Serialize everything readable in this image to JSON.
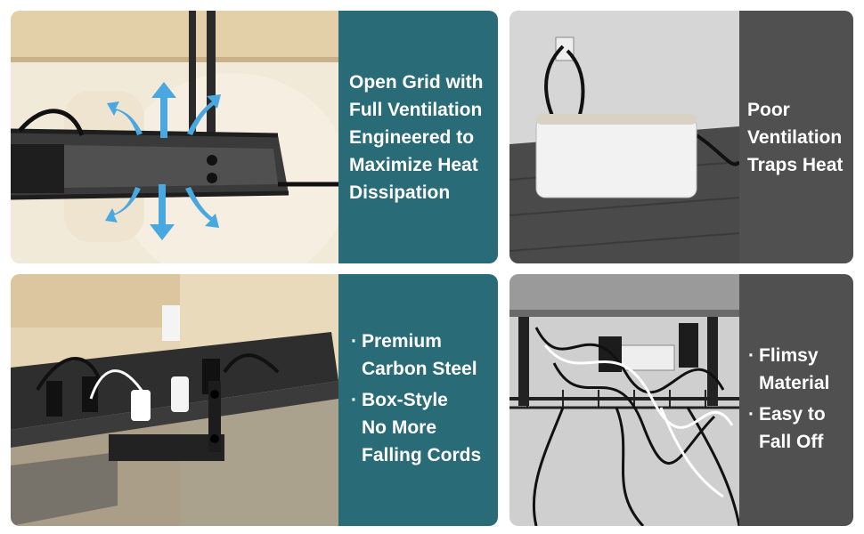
{
  "panels": {
    "top_left": {
      "lines": [
        "Open Grid with",
        "Full Ventilation",
        "Engineered to",
        "Maximize Heat",
        "Dissipation"
      ],
      "bg": "#2a6b78"
    },
    "top_right": {
      "lines": [
        "Poor",
        "Ventilation",
        "Traps Heat"
      ],
      "bg": "#505050"
    },
    "bottom_left": {
      "bullet_glyph": "·",
      "bullets": [
        {
          "lines": [
            "Premium",
            "Carbon Steel"
          ]
        },
        {
          "lines": [
            "Box-Style",
            "No More",
            "Falling Cords"
          ]
        }
      ],
      "bg": "#2a6b78"
    },
    "bottom_right": {
      "bullet_glyph": "·",
      "bullets": [
        {
          "lines": [
            "Flimsy",
            "Material"
          ]
        },
        {
          "lines": [
            "Easy to",
            "Fall Off"
          ]
        }
      ],
      "bg": "#505050"
    }
  },
  "icons": {
    "airflow_arrow_color": "#4aa8e0"
  }
}
